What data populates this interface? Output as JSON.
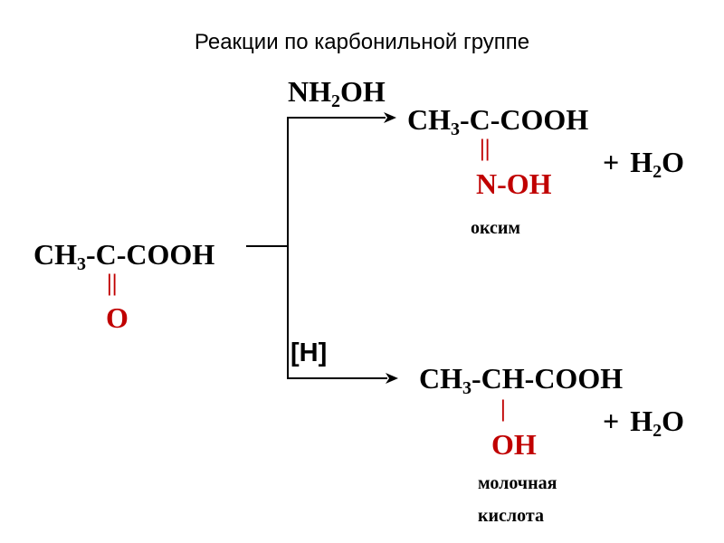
{
  "title": "Реакции по карбонильной группе",
  "colors": {
    "text": "#000000",
    "highlight": "#c00000",
    "background": "#ffffff"
  },
  "reactant": {
    "main_a": "CH",
    "main_sub": "3",
    "main_b": "-C-COOH",
    "bond": "||",
    "group": "O"
  },
  "reagents": {
    "top_a": "NH",
    "top_sub": "2",
    "top_b": "OH",
    "bottom": "[H]"
  },
  "product_top": {
    "main_a": "CH",
    "main_sub": "3",
    "main_b": "-C-COOH",
    "bond": "||",
    "group": "N-OH",
    "name": "оксим"
  },
  "product_bottom": {
    "main_a": "CH",
    "main_sub": "3",
    "main_b": "-CH-COOH",
    "bond": "|",
    "group": "OH",
    "name_line1": "молочная",
    "name_line2": "кислота"
  },
  "byproduct_top": {
    "plus": "+",
    "a": "H",
    "sub": "2",
    "b": "O"
  },
  "byproduct_bottom": {
    "plus": "+",
    "a": "H",
    "sub": "2",
    "b": "O"
  }
}
